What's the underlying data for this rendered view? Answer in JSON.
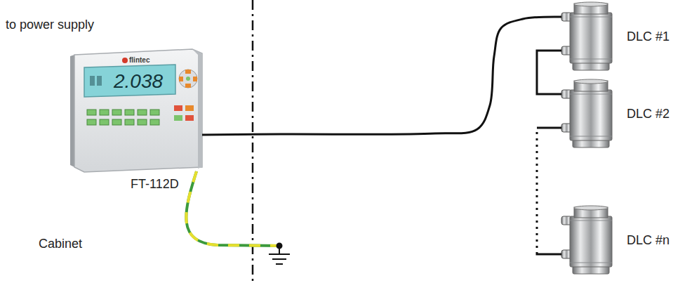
{
  "diagram": {
    "nodes": [
      {
        "text": [
          "flintec",
          "2.038",
          "FT-112D"
        ]
      },
      {
        "text": [
          "DLC #1"
        ]
      },
      {
        "text": [
          "DLC #2"
        ]
      },
      {
        "text": [
          "DLC #n"
        ]
      }
    ],
    "edges": [
      {
        "from": 0,
        "to": 1,
        "arrow": "none"
      },
      {
        "from": 1,
        "to": 2,
        "arrow": "none"
      },
      {
        "from": 2,
        "to": 3,
        "arrow": "none"
      }
    ],
    "labels": [
      "to power supply",
      "Cabinet"
    ]
  }
}
